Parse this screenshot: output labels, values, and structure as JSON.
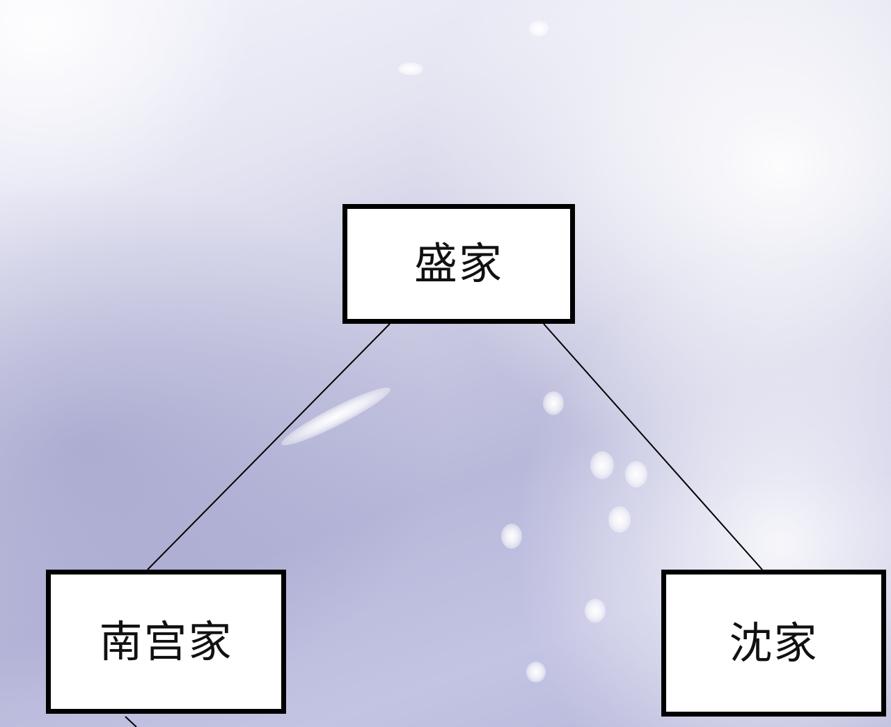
{
  "diagram": {
    "type": "family-relationship-tree",
    "nodes": [
      {
        "id": "sheng",
        "label": "盛家",
        "position": "top-center"
      },
      {
        "id": "nangong",
        "label": "南宫家",
        "position": "bottom-left"
      },
      {
        "id": "shen",
        "label": "沈家",
        "position": "bottom-right"
      }
    ],
    "edges": [
      {
        "from": "sheng",
        "to": "nangong"
      },
      {
        "from": "sheng",
        "to": "shen"
      },
      {
        "from": "nangong",
        "to": "offscreen-below"
      }
    ]
  },
  "colors": {
    "box_border": "#000000",
    "box_fill": "#ffffff",
    "text": "#111111",
    "connector": "#000000",
    "background_dark": "#b8b8da",
    "background_light": "#f3f3fb"
  }
}
